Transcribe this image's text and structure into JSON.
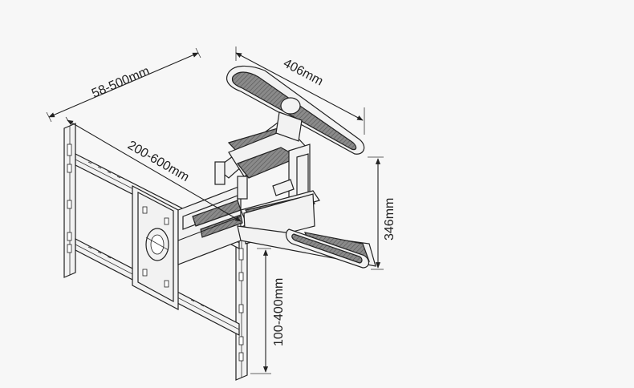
{
  "diagram": {
    "dimensions": {
      "width_range": "58-500mm",
      "depth_range": "200-600mm",
      "arm_width": "406mm",
      "arm_height": "346mm",
      "vertical_range": "100-400mm"
    },
    "colors": {
      "background": "#f7f7f7",
      "line": "#222222"
    }
  }
}
